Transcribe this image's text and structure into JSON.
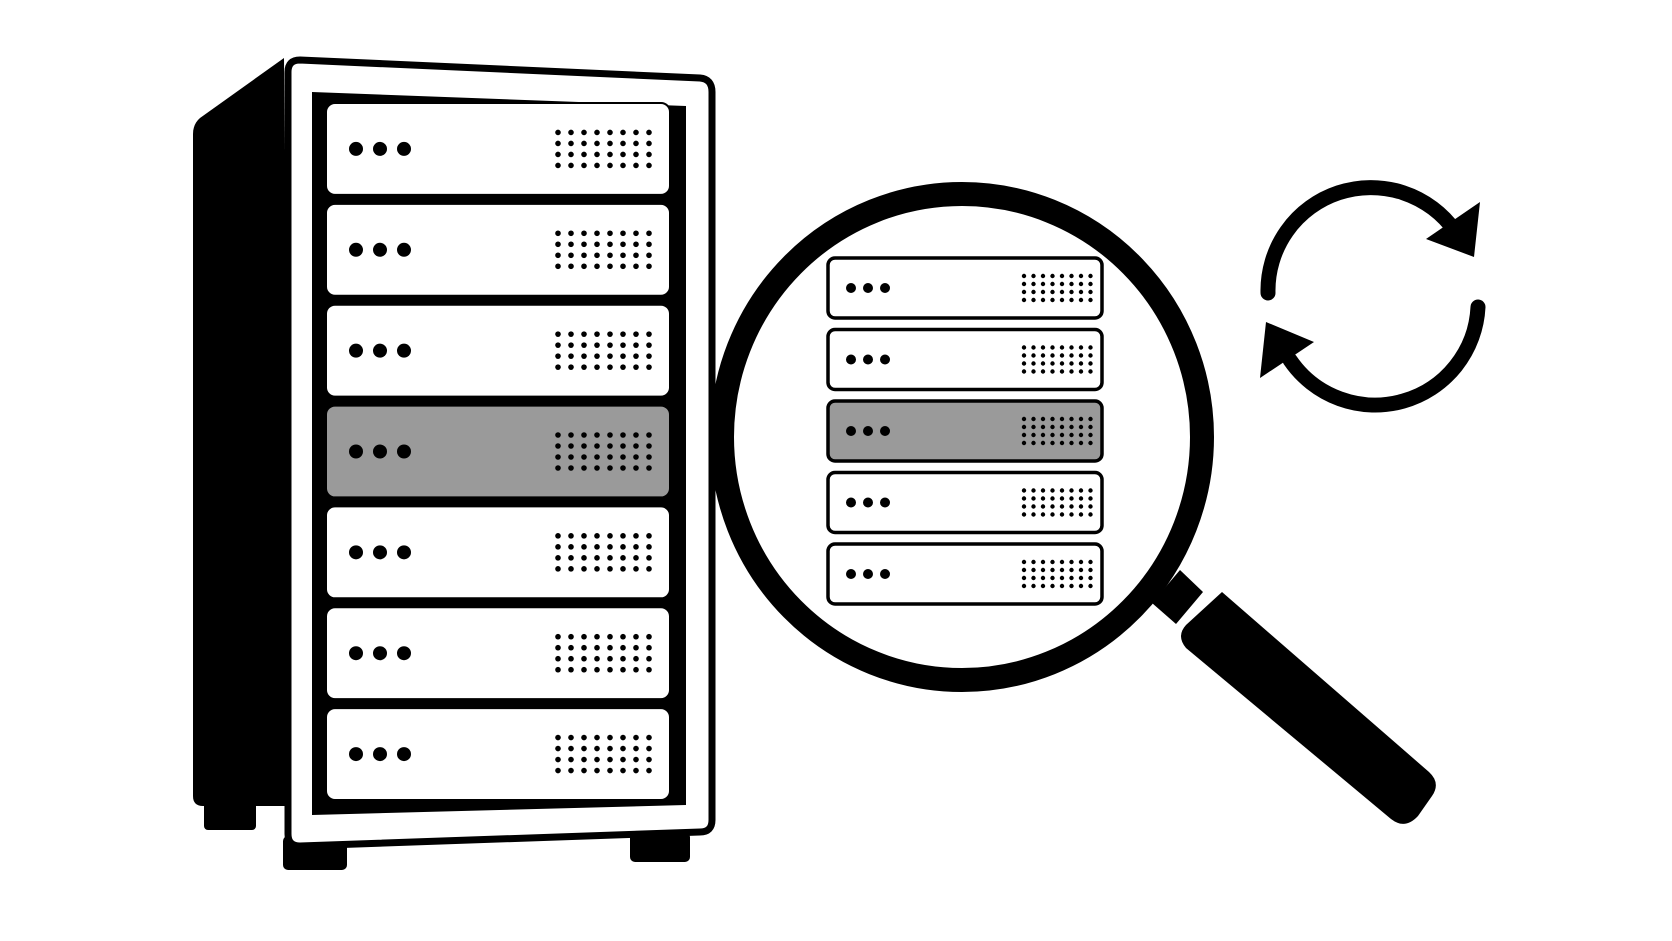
{
  "illustration": {
    "icons": [
      "server-rack-icon",
      "magnifying-glass-icon",
      "refresh-cycle-icon"
    ],
    "rack": {
      "unit_count": 7,
      "highlighted_unit": 4
    },
    "magnified": {
      "unit_count": 5,
      "highlighted_unit": 3
    },
    "colors": {
      "ink": "#000000",
      "background": "#ffffff",
      "highlight": "#9a9a9a"
    }
  }
}
